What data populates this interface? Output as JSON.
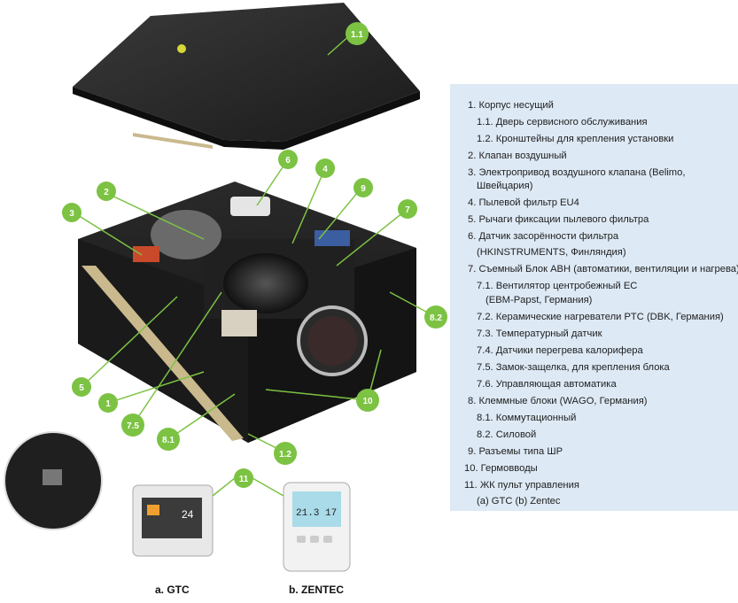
{
  "legend": {
    "items": [
      "1. Корпус несущий",
      "1.1. Дверь сервисного обслуживания",
      "1.2. Кронштейны для крепления установки",
      "2. Клапан воздушный",
      "3. Электропривод воздушного клапана (Belimo,",
      "Швейцария)",
      "4. Пылевой фильтр EU4",
      "5. Рычаги фиксации пылевого фильтра",
      "6. Датчик засорённости фильтра",
      "(HKINSTRUMENTS, Финляндия)",
      "7. Съемный Блок АВН (автоматики, вентиляции и нагрева)",
      "7.1. Вентилятор центробежный ЕС",
      "(EBM-Papst, Германия)",
      "7.2. Керамические нагреватели PTC (DBK, Германия)",
      "7.3. Температурный датчик",
      "7.4. Датчики перегрева калорифера",
      "7.5. Замок-защелка, для крепления блока",
      "7.6. Управляющая автоматика",
      "8. Клеммные блоки (WAGO, Германия)",
      "8.1. Коммутационный",
      "8.2. Силовой",
      "9. Разъемы типа ШР",
      "10. Гермовводы",
      "11. ЖК пульт управления",
      "(a) GTC (b) Zentec"
    ]
  },
  "badges": [
    "1.1",
    "6",
    "4",
    "2",
    "9",
    "3",
    "7",
    "8.2",
    "5",
    "1",
    "10",
    "7.5",
    "8.1",
    "1.2",
    "11"
  ],
  "captions": {
    "gtc": "a. GTC",
    "zentec": "b. ZENTEC"
  },
  "panel_readouts": {
    "gtc_temp": "24",
    "zentec_display": "21.3 17"
  },
  "colors": {
    "accent": "#7cc243",
    "legend_bg": "#dde9f5",
    "unit_body": "#1c1c1c"
  }
}
